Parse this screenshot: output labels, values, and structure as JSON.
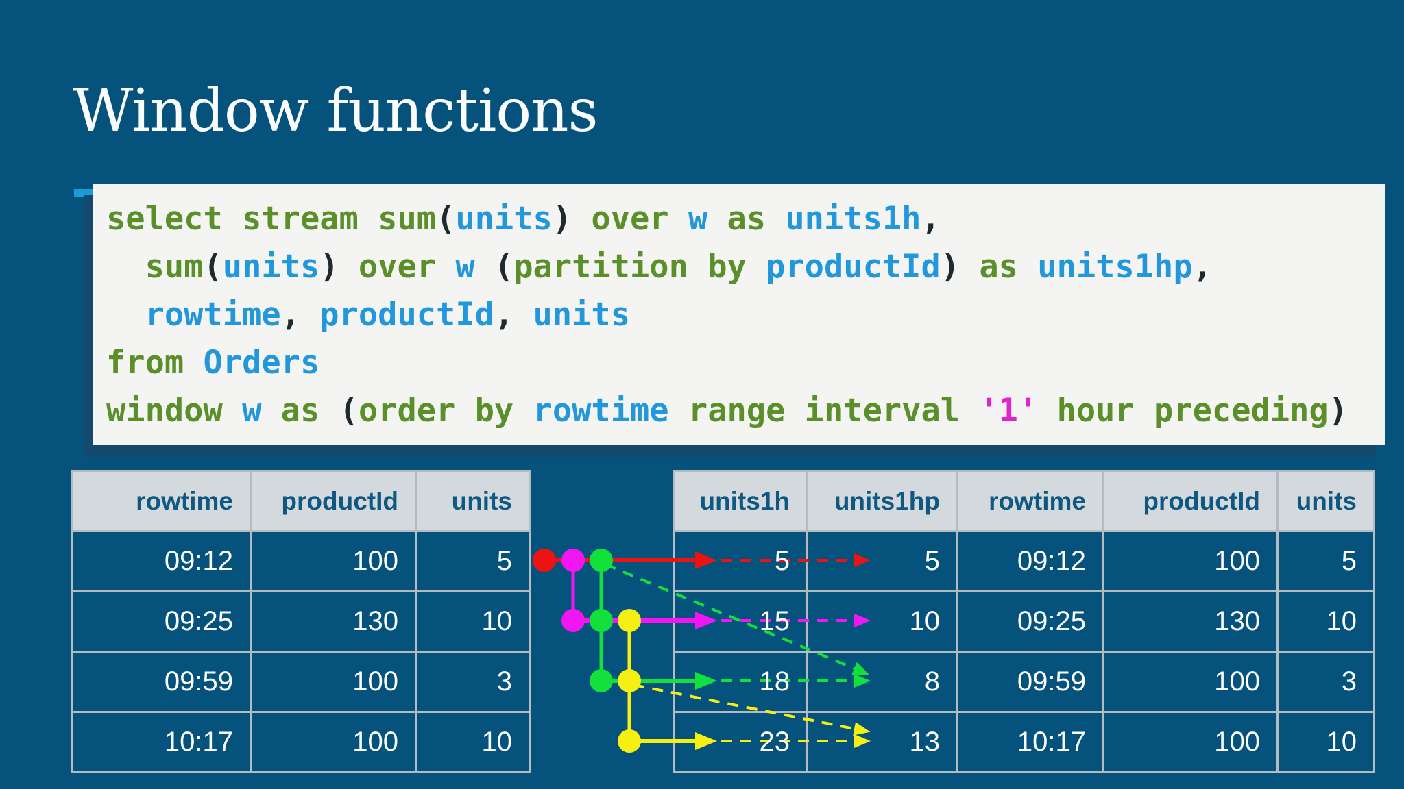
{
  "title": "Window functions",
  "code": {
    "lines": [
      [
        [
          "k",
          "select stream sum"
        ],
        [
          "p",
          "("
        ],
        [
          "i",
          "units"
        ],
        [
          "p",
          ")"
        ],
        [
          "k",
          " over "
        ],
        [
          "i",
          "w"
        ],
        [
          "k",
          " as "
        ],
        [
          "i",
          "units1h"
        ],
        [
          "p",
          ","
        ]
      ],
      [
        [
          "t",
          "  "
        ],
        [
          "k",
          "sum"
        ],
        [
          "p",
          "("
        ],
        [
          "i",
          "units"
        ],
        [
          "p",
          ")"
        ],
        [
          "k",
          " over "
        ],
        [
          "i",
          "w"
        ],
        [
          "p",
          " ("
        ],
        [
          "k",
          "partition by "
        ],
        [
          "i",
          "productId"
        ],
        [
          "p",
          ")"
        ],
        [
          "k",
          " as "
        ],
        [
          "i",
          "units1hp"
        ],
        [
          "p",
          ","
        ]
      ],
      [
        [
          "t",
          "  "
        ],
        [
          "i",
          "rowtime"
        ],
        [
          "p",
          ", "
        ],
        [
          "i",
          "productId"
        ],
        [
          "p",
          ", "
        ],
        [
          "i",
          "units"
        ]
      ],
      [
        [
          "k",
          "from "
        ],
        [
          "i",
          "Orders"
        ]
      ],
      [
        [
          "k",
          "window "
        ],
        [
          "i",
          "w"
        ],
        [
          "k",
          " as "
        ],
        [
          "p",
          "("
        ],
        [
          "k",
          "order by "
        ],
        [
          "i",
          "rowtime"
        ],
        [
          "k",
          " range interval "
        ],
        [
          "s",
          "'1'"
        ],
        [
          "k",
          " hour preceding"
        ],
        [
          "p",
          ")"
        ]
      ]
    ]
  },
  "orders_table": {
    "headers": [
      "rowtime",
      "productId",
      "units"
    ],
    "rows": [
      [
        "09:12",
        "100",
        "5"
      ],
      [
        "09:25",
        "130",
        "10"
      ],
      [
        "09:59",
        "100",
        "3"
      ],
      [
        "10:17",
        "100",
        "10"
      ]
    ]
  },
  "results_table": {
    "headers": [
      "units1h",
      "units1hp",
      "rowtime",
      "productId",
      "units"
    ],
    "rows": [
      [
        "5",
        "5",
        "09:12",
        "100",
        "5"
      ],
      [
        "15",
        "10",
        "09:25",
        "130",
        "10"
      ],
      [
        "18",
        "8",
        "09:59",
        "100",
        "3"
      ],
      [
        "23",
        "13",
        "10:17",
        "100",
        "10"
      ]
    ]
  },
  "diagram": {
    "palette": {
      "red": "#ee1212",
      "magenta": "#f316f3",
      "green": "#11e13a",
      "yellow": "#f6ef12"
    },
    "rows": [
      {
        "arrow_color": "red",
        "window_dots": [
          {
            "color": "red",
            "col": 1
          },
          {
            "color": "magenta",
            "col": 2
          },
          {
            "color": "green",
            "col": 3
          }
        ]
      },
      {
        "arrow_color": "magenta",
        "window_dots": [
          {
            "color": "magenta",
            "col": 2
          },
          {
            "color": "green",
            "col": 3
          },
          {
            "color": "yellow",
            "col": 4
          }
        ]
      },
      {
        "arrow_color": "green",
        "window_dots": [
          {
            "color": "green",
            "col": 3
          },
          {
            "color": "yellow",
            "col": 4
          }
        ]
      },
      {
        "arrow_color": "yellow",
        "window_dots": [
          {
            "color": "yellow",
            "col": 4
          }
        ]
      }
    ],
    "vertical_links": [
      {
        "color": "magenta",
        "col": 2,
        "from_row": 1,
        "to_row": 2
      },
      {
        "color": "green",
        "col": 3,
        "from_row": 1,
        "to_row": 3
      },
      {
        "color": "yellow",
        "col": 4,
        "from_row": 2,
        "to_row": 4
      }
    ],
    "partition_arrows": [
      {
        "color": "green",
        "from_row": 1,
        "from_col": 3,
        "to_row": 3
      },
      {
        "color": "yellow",
        "from_row": 3,
        "from_col": 4,
        "to_row": 4
      }
    ]
  },
  "colors": {
    "background": "#05537d",
    "code_background": "#f4f4f3",
    "code_shadow": "#16496e",
    "keyword": "#5a8f2a",
    "identifier": "#2397db",
    "string": "#e620cf",
    "punctuation": "#1f2a30",
    "accent_bar": "#1b9bd7",
    "table_header_bg": "#d4d9dd",
    "table_header_text": "#0e5881",
    "table_border": "#b4bcc2",
    "cell_text": "#ffffff"
  }
}
